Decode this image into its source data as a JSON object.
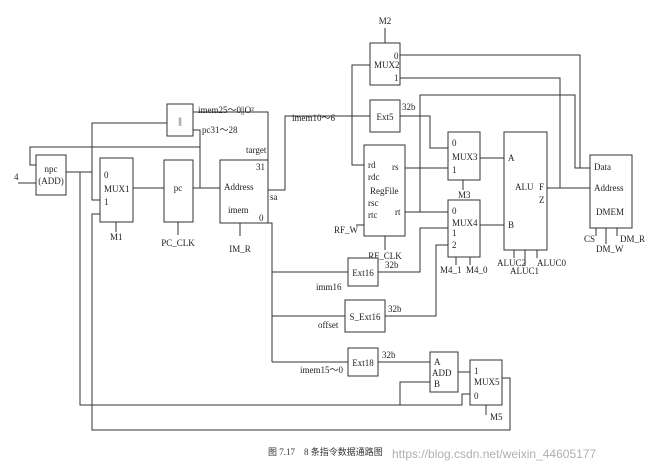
{
  "blocks": {
    "npc": [
      "npc",
      "(ADD)"
    ],
    "mux1": [
      "0",
      "MUX1",
      "1"
    ],
    "pc": "pc",
    "imem": [
      "Address",
      "imem",
      "sa",
      "31",
      "0",
      "target"
    ],
    "concat": "||",
    "mux2": [
      "0",
      "MUX2",
      "1"
    ],
    "ext5": "Ext5",
    "regfile": [
      "rd",
      "rdc",
      "RegFile",
      "rsc",
      "rtc",
      "rs",
      "rt"
    ],
    "mux3": [
      "0",
      "MUX3",
      "1"
    ],
    "mux4": [
      "0",
      "MUX4",
      "1",
      "2"
    ],
    "alu": [
      "A",
      "B",
      "ALU",
      "F",
      "Z"
    ],
    "dmem": [
      "Data",
      "Address",
      "DMEM"
    ],
    "ext16": "Ext16",
    "sext16": "S_Ext16",
    "ext18": "Ext18",
    "add": [
      "A",
      "ADD",
      "B"
    ],
    "mux5": [
      "1",
      "MUX5",
      "0"
    ]
  },
  "signals": {
    "four": "4",
    "m1": "M1",
    "pc_clk": "PC_CLK",
    "im_r": "IM_R",
    "m2": "M2",
    "m3": "M3",
    "rf_w": "RF_W",
    "rf_clk": "RF_CLK",
    "m4_1": "M4_1",
    "m4_0": "M4_0",
    "aluc2": "ALUC2",
    "aluc1": "ALUC1",
    "aluc0": "ALUC0",
    "cs": "CS",
    "dm_w": "DM_W",
    "dm_r": "DM_R",
    "m5": "M5"
  },
  "wires": {
    "imem25": "imem25～0||O²",
    "pc31": "pc31～28",
    "imem10": "imem10～6",
    "imm16": "imm16",
    "offset": "offset",
    "imem15": "imem15～0",
    "b32_ext5": "32b",
    "b32_ext16": "32b",
    "b32_sext16": "32b",
    "b32_ext18": "32b"
  },
  "caption": "图 7.17　8 条指令数据通路图",
  "watermark": "https://blog.csdn.net/weixin_44605177"
}
